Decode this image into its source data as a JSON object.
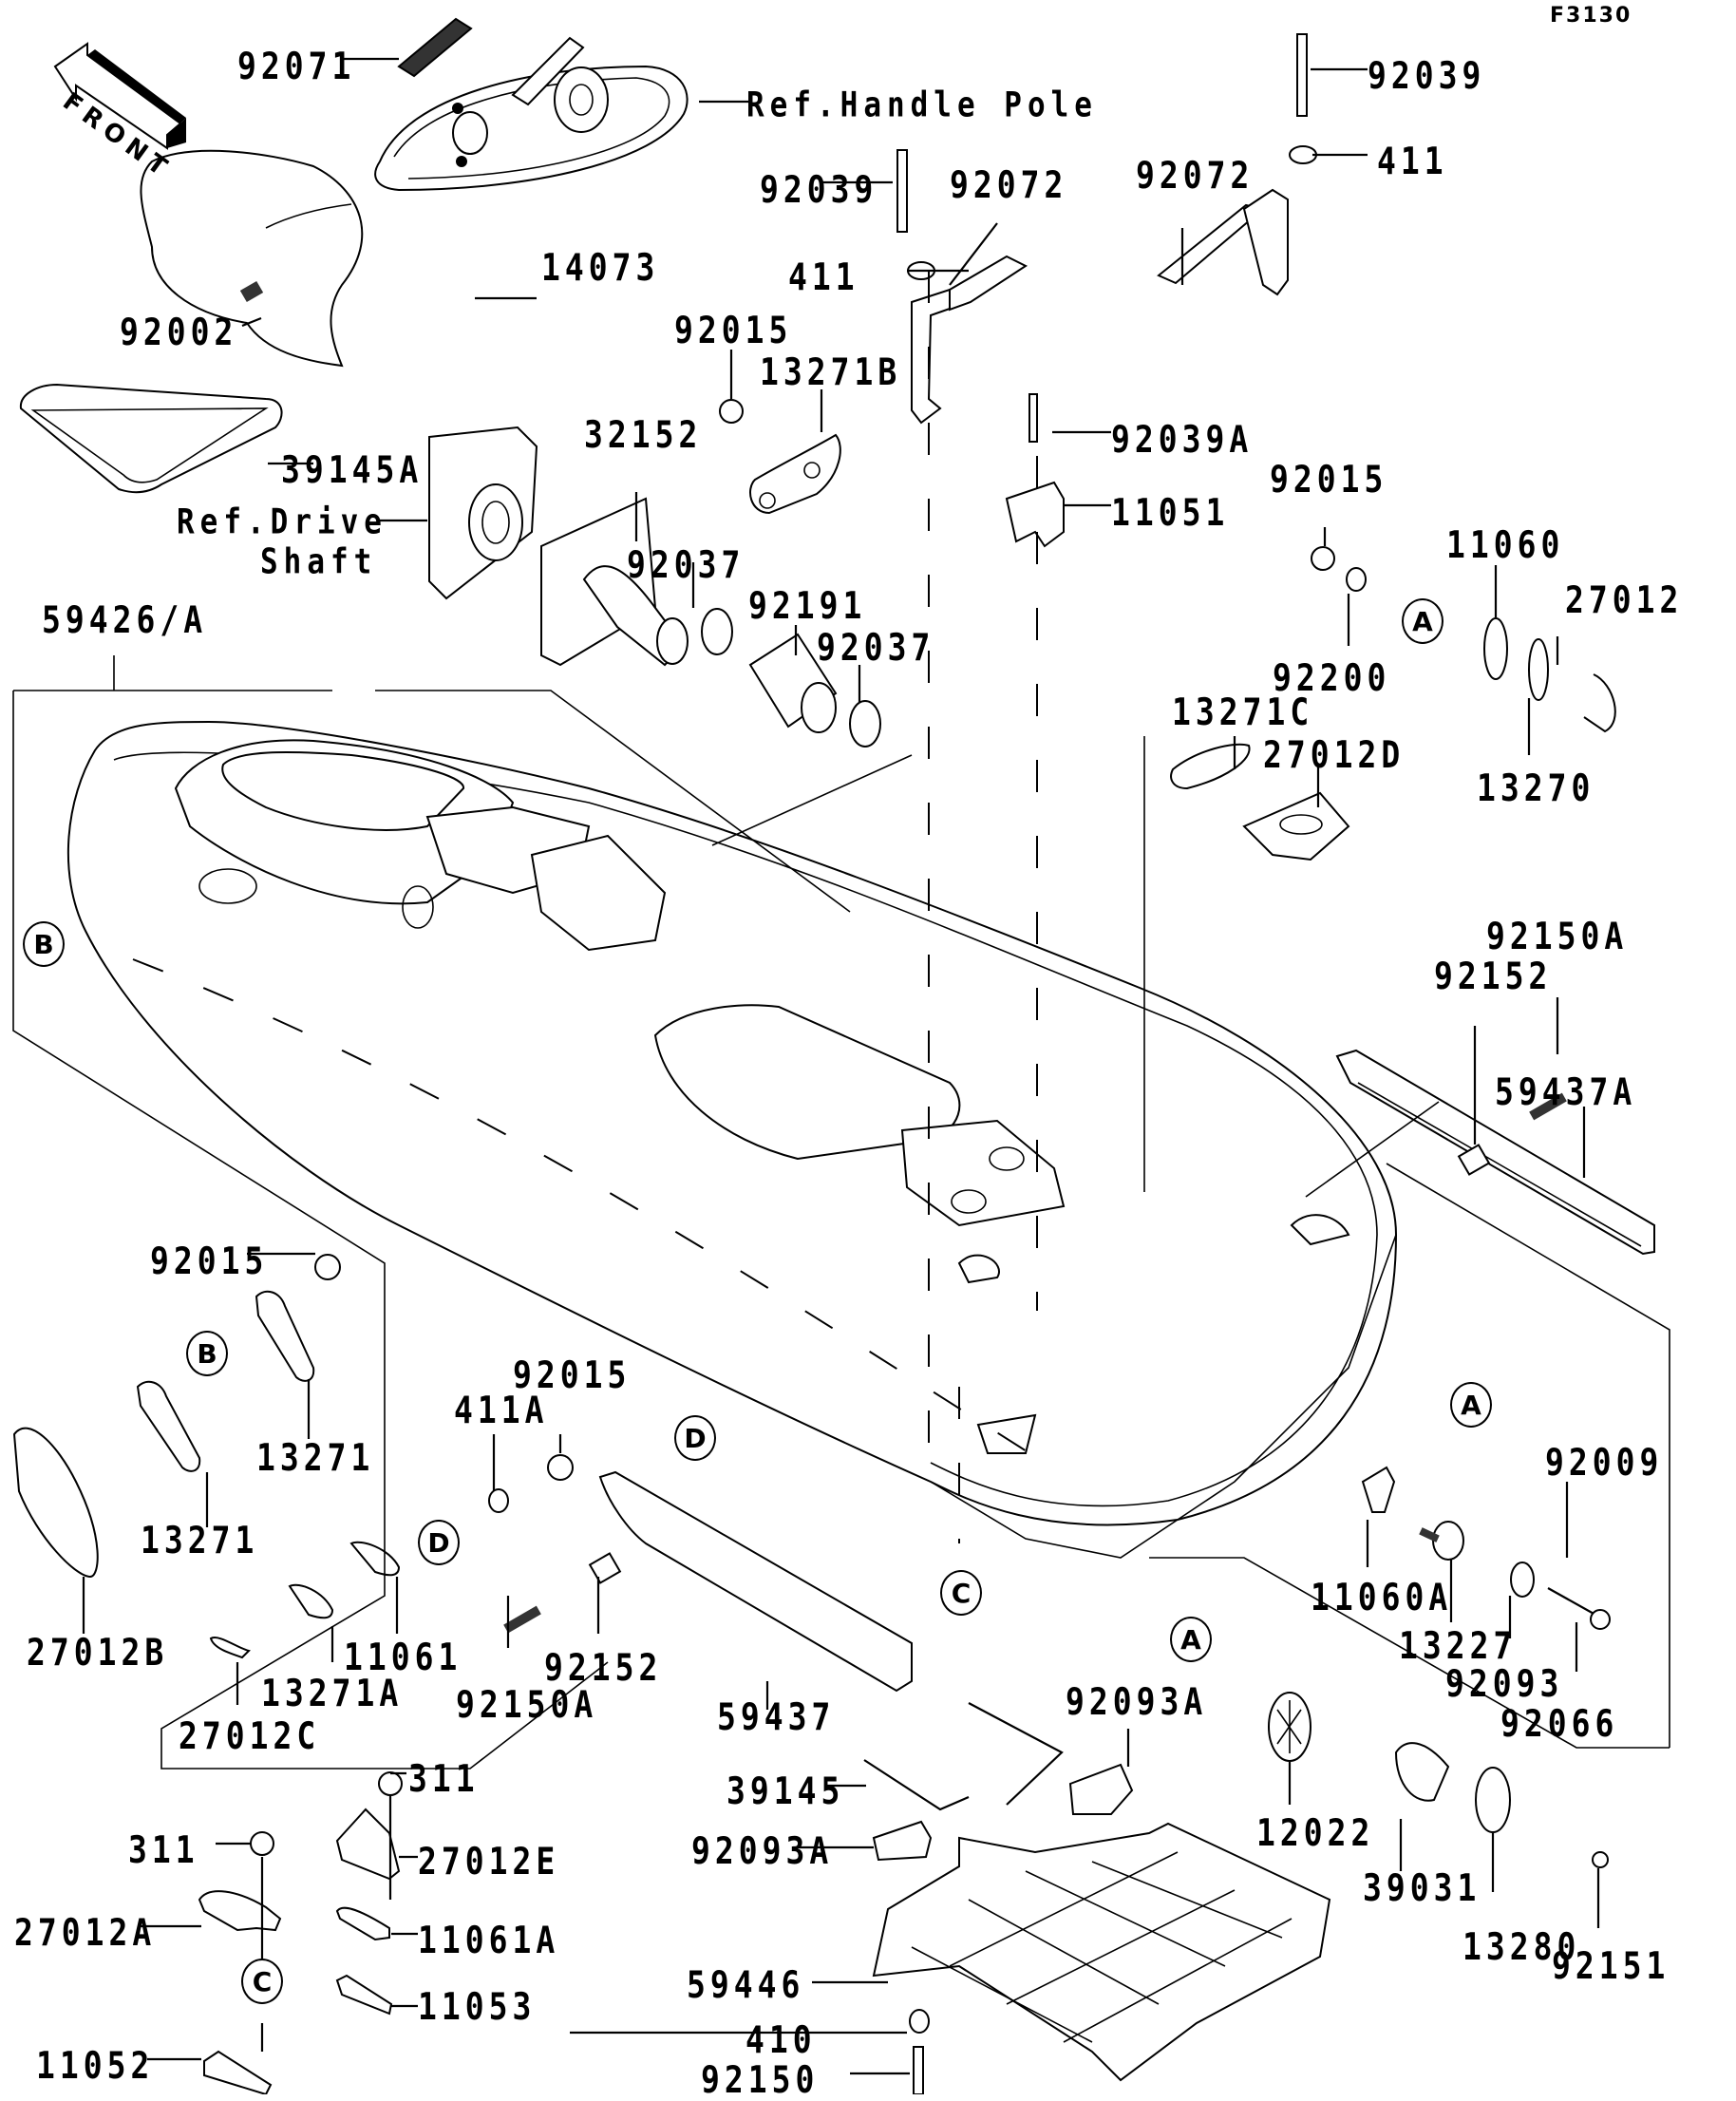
{
  "figure_id": "F3130",
  "front_indicator": {
    "label": "FRONT",
    "icon": "arrow-left-icon"
  },
  "references": {
    "handle_pole": "Ref.Handle Pole",
    "drive_shaft_line1": "Ref.Drive",
    "drive_shaft_line2": "Shaft"
  },
  "callout_markers": [
    "A",
    "B",
    "C",
    "D"
  ],
  "labels": {
    "p92071": "92071",
    "p92039_top_right": "92039",
    "p411_top_right": "411",
    "p92039_center": "92039",
    "p92072_center": "92072",
    "p92072_right": "92072",
    "p411_center": "411",
    "p92002": "92002",
    "p14073": "14073",
    "p92015_top": "92015",
    "p13271B": "13271B",
    "p39145A": "39145A",
    "p32152": "32152",
    "p92039A": "92039A",
    "p11051": "11051",
    "p92015_right": "92015",
    "p11060": "11060",
    "p27012": "27012",
    "p92037_a": "92037",
    "p92191": "92191",
    "p92037_b": "92037",
    "p92200": "92200",
    "p13270": "13270",
    "p59426A": "59426/A",
    "p13271C": "13271C",
    "p27012D": "27012D",
    "p92150A_right": "92150A",
    "p92152_right": "92152",
    "p59437A": "59437A",
    "p92015_left": "92015",
    "p13271_upper": "13271",
    "p13271_lower": "13271",
    "p27012B": "27012B",
    "p92015_mid": "92015",
    "p411A": "411A",
    "p11061": "11061",
    "p13271A": "13271A",
    "p27012C": "27012C",
    "p92150A_mid": "92150A",
    "p92152_mid": "92152",
    "p59437": "59437",
    "p92009": "92009",
    "p11060A": "11060A",
    "p13227": "13227",
    "p92093": "92093",
    "p92066": "92066",
    "p92093A_top": "92093A",
    "p39145": "39145",
    "p92093A_left": "92093A",
    "p12022": "12022",
    "p39031": "39031",
    "p13280": "13280",
    "p92151": "92151",
    "p59446": "59446",
    "p410": "410",
    "p92150": "92150",
    "p311_right": "311",
    "p27012E": "27012E",
    "p11061A": "11061A",
    "p11053": "11053",
    "p311_left": "311",
    "p27012A": "27012A",
    "p11052": "11052"
  }
}
